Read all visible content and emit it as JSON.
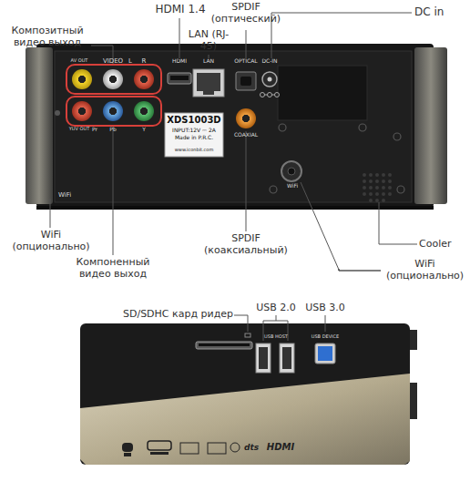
{
  "diagram": {
    "labels": [
      "HDMI 1.4",
      "SPDIF (оптический)",
      "DC in",
      "Композитный видео выход",
      "LAN (RJ-45)",
      "WiFi (опционально)",
      "Компоненный видео выход",
      "SPDIF (коаксиальный)",
      "Cooler",
      "WiFi (опционально)",
      "SD/SDHC кард ридер",
      "USB 2.0",
      "USB 3.0",
      "AV OUT",
      "VIDEO",
      "L",
      "R",
      "HDMI",
      "LAN",
      "OPTICAL",
      "DC-IN",
      "YUV OUT",
      "Pr",
      "Pb",
      "Y",
      "XDS1003D",
      "INPUT:12V ⎓ 2A",
      "Made in P.R.C.",
      "www.iconbit.com",
      "COAXIAL",
      "WiFi",
      "WiFi",
      "USB HOST",
      "USB DEVICE",
      "dts",
      "HDMI"
    ]
  }
}
